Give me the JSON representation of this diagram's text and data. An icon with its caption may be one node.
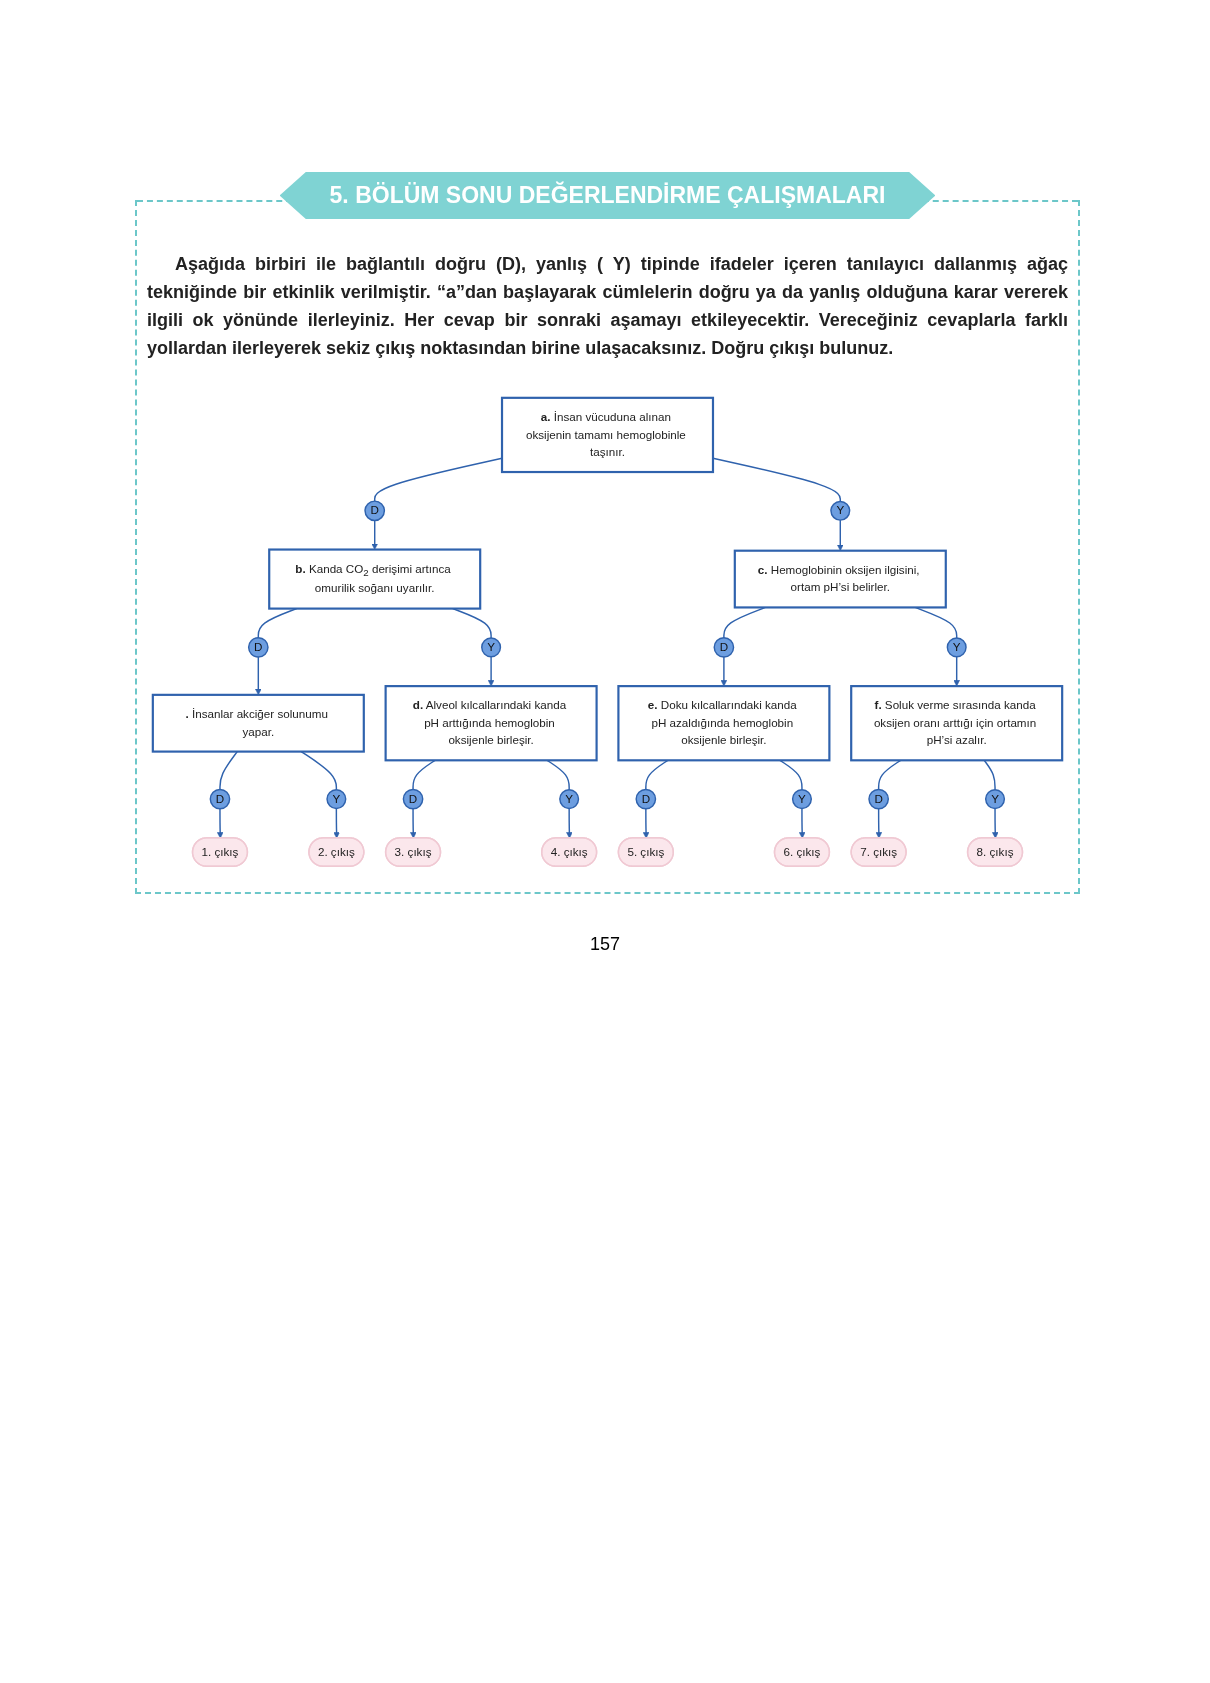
{
  "diagram": {
    "title": "5. BÖLÜM SONU DEĞERLENDİRME ÇALIŞMALARI",
    "nodes": [
      {
        "text": [
          "**a.** İnsan vücuduna alınan oksijenin tamamı hemoglobinle taşınır."
        ]
      },
      {
        "text": [
          "D"
        ]
      },
      {
        "text": [
          "Y"
        ]
      },
      {
        "text": [
          "**b.** Kanda CO$_{2}$ derişimi artınca omurilik soğanı uyarılır."
        ]
      },
      {
        "text": [
          "**c.** Hemoglobinin oksijen ilgisini, ortam pH’si belirler."
        ]
      },
      {
        "text": [
          "D"
        ]
      },
      {
        "text": [
          "Y"
        ]
      },
      {
        "text": [
          "D"
        ]
      },
      {
        "text": [
          "Y"
        ]
      },
      {
        "text": [
          "**d.** Alveol kılcallarındaki kanda pH arttığında hemoglobin oksijenle birleşir."
        ]
      },
      {
        "text": [
          "**e.** Doku kılcallarındaki kanda pH azaldığında hemoglobin oksijenle birleşir."
        ]
      },
      {
        "text": [
          "D"
        ]
      },
      {
        "text": [
          "Y"
        ]
      },
      {
        "text": [
          "D"
        ]
      },
      {
        "text": [
          "Y"
        ]
      },
      {
        "text": [
          "3. çıkış"
        ]
      },
      {
        "text": [
          "4. çıkış"
        ]
      },
      {
        "text": [
          "5. çıkış"
        ]
      },
      {
        "text": [
          "6. çıkış"
        ]
      },
      {
        "text": [
          "**.** İnsanlar akciğer solunumu yapar."
        ]
      },
      {
        "text": [
          "**f.** Soluk verme sırasında kanda oksijen oranı arttığı için ortamın pH’si azalır."
        ]
      },
      {
        "text": [
          "D"
        ]
      },
      {
        "text": [
          "Y"
        ]
      },
      {
        "text": [
          "D"
        ]
      },
      {
        "text": [
          "Y"
        ]
      },
      {
        "text": [
          "1. çıkış"
        ]
      },
      {
        "text": [
          "2. çıkış"
        ]
      },
      {
        "text": [
          "7. çıkış"
        ]
      },
      {
        "text": [
          "8. çıkış"
        ]
      }
    ],
    "edges": [
      {
        "from": 0,
        "to": 1,
        "arrow": "none"
      },
      {
        "from": 1,
        "to": 3,
        "arrow": "to"
      },
      {
        "from": 0,
        "to": 2,
        "arrow": "none"
      },
      {
        "from": 2,
        "to": 4,
        "arrow": "to"
      },
      {
        "from": 3,
        "to": 5,
        "arrow": "none"
      },
      {
        "from": 5,
        "to": 19,
        "arrow": "to"
      },
      {
        "from": 3,
        "to": 6,
        "arrow": "none"
      },
      {
        "from": 6,
        "to": 9,
        "arrow": "to"
      },
      {
        "from": 4,
        "to": 7,
        "arrow": "none"
      },
      {
        "from": 7,
        "to": 10,
        "arrow": "to"
      },
      {
        "from": 4,
        "to": 8,
        "arrow": "none"
      },
      {
        "from": 8,
        "to": 20,
        "arrow": "to"
      },
      {
        "from": 9,
        "to": 11,
        "arrow": "none"
      },
      {
        "from": 11,
        "to": 15,
        "arrow": "to"
      },
      {
        "from": 9,
        "to": 12,
        "arrow": "none"
      },
      {
        "from": 12,
        "to": 16,
        "arrow": "to"
      },
      {
        "from": 10,
        "to": 13,
        "arrow": "none"
      },
      {
        "from": 13,
        "to": 17,
        "arrow": "to"
      },
      {
        "from": 10,
        "to": 14,
        "arrow": "none"
      },
      {
        "from": 14,
        "to": 18,
        "arrow": "to"
      },
      {
        "from": 19,
        "to": 21,
        "arrow": "none"
      },
      {
        "from": 21,
        "to": 25,
        "arrow": "to"
      },
      {
        "from": 19,
        "to": 22,
        "arrow": "none"
      },
      {
        "from": 22,
        "to": 26,
        "arrow": "to"
      },
      {
        "from": 20,
        "to": 23,
        "arrow": "none"
      },
      {
        "from": 23,
        "to": 27,
        "arrow": "to"
      },
      {
        "from": 20,
        "to": 24,
        "arrow": "none"
      },
      {
        "from": 24,
        "to": 28,
        "arrow": "to"
      }
    ],
    "labels": [
      "Aşağıda birbiri ile bağlantılı doğru (D), yanlış ( Y) tipinde ifadeler içeren tanılayıcı dallanmış ağaç tekniğinde bir etkinlik verilmiştir. “a”dan başlayarak cümlelerin doğru ya da yanlış olduğuna karar vererek ilgili ok yönünde ilerleyiniz. Her cevap bir sonraki aşamayı etkileyecektir. Vereceğiniz cevaplarla farklı yollardan ilerleyerek sekiz çıkış noktasından birine ulaşacaksınız. Doğru çıkışı bulunuz.",
      "157"
    ]
  }
}
